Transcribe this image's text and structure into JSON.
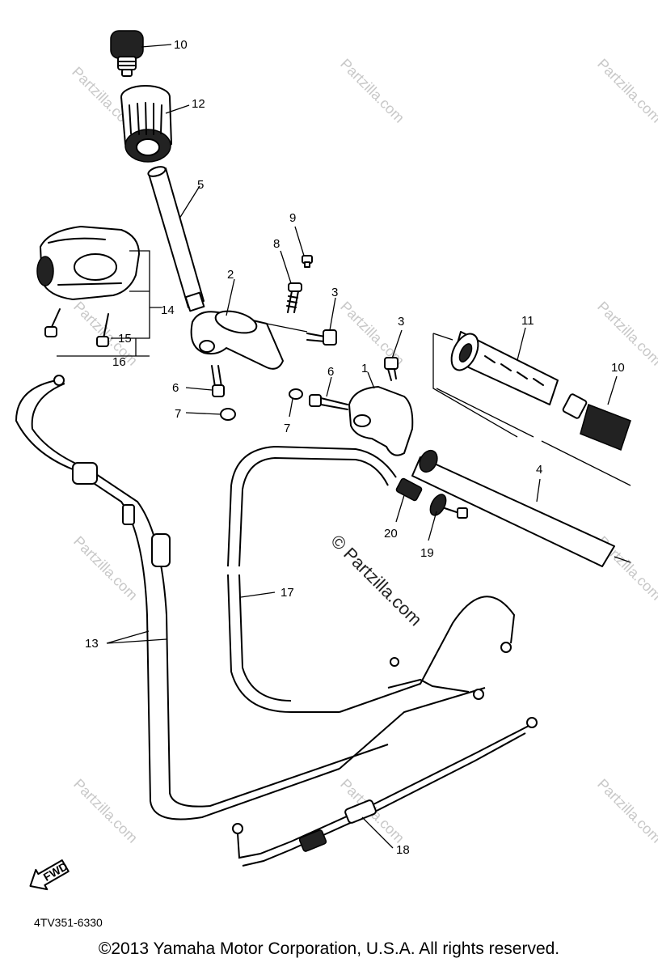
{
  "watermarks": {
    "symbol": "©",
    "text": "Partzilla.com",
    "center_text": "© Partzilla.com"
  },
  "callouts": [
    "10",
    "12",
    "5",
    "9",
    "8",
    "2",
    "3",
    "14",
    "15",
    "16",
    "6",
    "7",
    "3",
    "1",
    "6",
    "7",
    "11",
    "10",
    "4",
    "20",
    "19",
    "17",
    "13",
    "18"
  ],
  "fwd_label": "FWD",
  "diagram_code": "4TV351-6330",
  "copyright": "©2013  Yamaha Motor Corporation, U.S.A. All rights reserved.",
  "icons": [
    "fwd-arrow-icon"
  ],
  "colors": {
    "ink": "#000000",
    "watermark": "#c8c8c8",
    "background": "#ffffff"
  }
}
